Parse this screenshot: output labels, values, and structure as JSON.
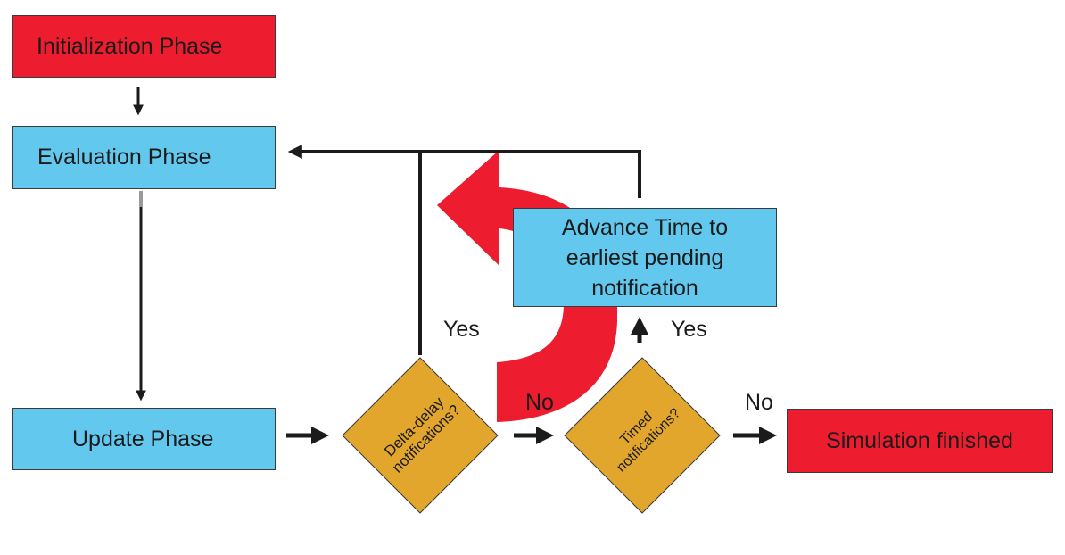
{
  "nodes": {
    "initialization": "Initialization Phase",
    "evaluation": "Evaluation Phase",
    "update": "Update Phase",
    "delta_decision_line1": "Delta-delay",
    "delta_decision_line2": "notifications?",
    "timed_decision_line1": "Timed",
    "timed_decision_line2": "notifications?",
    "advance_time_line1": "Advance Time to",
    "advance_time_line2": "earliest pending",
    "advance_time_line3": "notification",
    "finished": "Simulation finished"
  },
  "edge_labels": {
    "delta_yes": "Yes",
    "delta_no": "No",
    "timed_yes": "Yes",
    "timed_no": "No"
  },
  "colors": {
    "red": "#ed1c2e",
    "blue": "#63c8ee",
    "orange": "#e2a62d",
    "line": "#1b1b1b"
  }
}
